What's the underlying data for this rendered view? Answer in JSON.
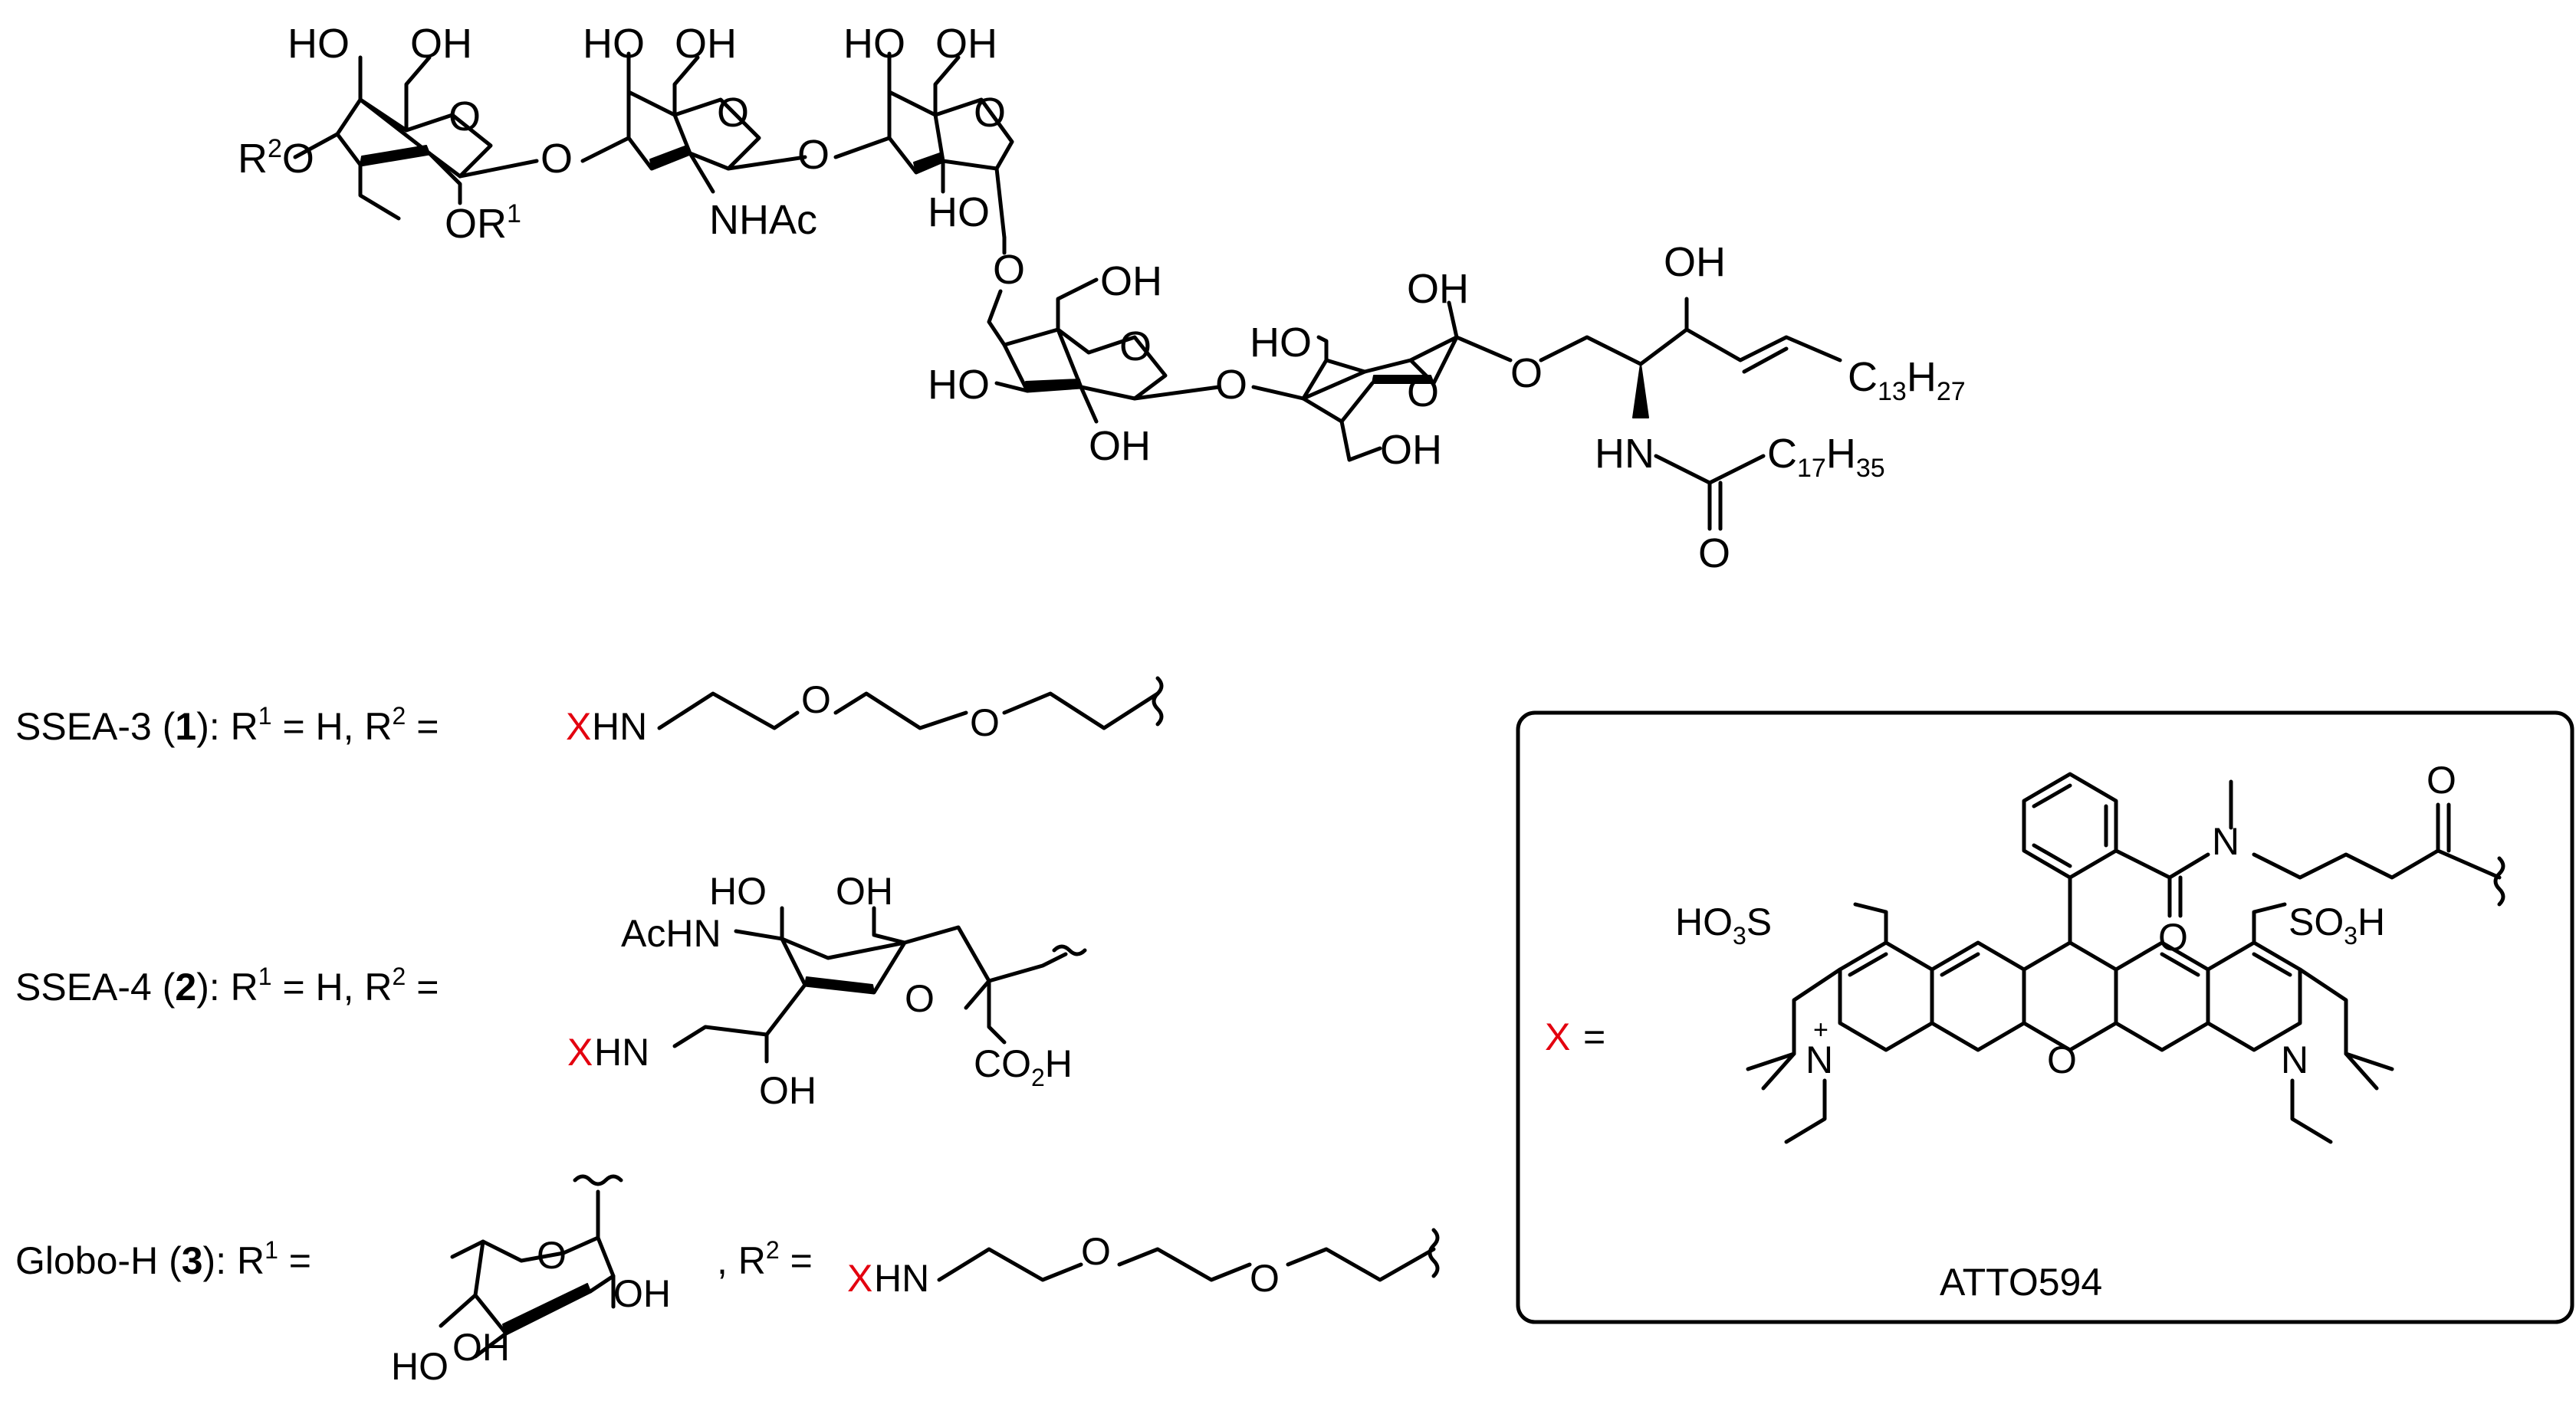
{
  "scaffold": {
    "ring1": {
      "ho1": "HO",
      "oh1": "OH",
      "o": "O",
      "r2": "R",
      "r2sup": "2",
      "o_link": "O",
      "or1": "OR",
      "r1sup": "1"
    },
    "ring2": {
      "ho": "HO",
      "oh": "OH",
      "o": "O",
      "nhac": "NHAc",
      "o_link": "O"
    },
    "ring3": {
      "ho": "HO",
      "oh": "OH",
      "o": "O",
      "ho_bottom": "HO",
      "o_link": "O"
    },
    "ring4": {
      "oh_top": "OH",
      "o": "O",
      "ho_left": "HO",
      "oh_bottom": "OH",
      "o_link": "O"
    },
    "ring5": {
      "ho": "HO",
      "oh": "OH",
      "o": "O",
      "oh_bottom": "OH",
      "o_link": "O"
    },
    "ceramide": {
      "oh": "OH",
      "c13h27": "C",
      "sub13": "13",
      "h": "H",
      "sub27": "27",
      "hn": "HN",
      "c17h35": "C",
      "sub17": "17",
      "h2": "H",
      "sub35": "35",
      "o": "O"
    }
  },
  "entries": [
    {
      "name": "SSEA-3 (",
      "num": "1",
      "rest": "): R",
      "r1sup": "1",
      "mid": " = H, R",
      "r2sup": "2",
      "eq": " ="
    },
    {
      "name": "SSEA-4 (",
      "num": "2",
      "rest": "): R",
      "r1sup": "1",
      "mid": " = H, R",
      "r2sup": "2",
      "eq": " ="
    },
    {
      "name": "Globo-H (",
      "num": "3",
      "rest": "): R",
      "r1sup": "1",
      "eq": " =",
      "comma": ", R",
      "r2sup": "2",
      "eq2": " ="
    }
  ],
  "linker": {
    "x": "X",
    "hn": "HN",
    "o1": "O",
    "o2": "O"
  },
  "sialic": {
    "achn": "AcHN",
    "ho": "HO",
    "oh": "OH",
    "o": "O",
    "xhn_x": "X",
    "xhn_hn": "HN",
    "oh_bottom": "OH",
    "co2h": "CO",
    "co2h_sub": "2",
    "co2h_h": "H"
  },
  "fucose": {
    "o": "O",
    "oh_right": "OH",
    "ho": "HO",
    "oh": "OH"
  },
  "box": {
    "x_label": "X",
    "eq": "=",
    "name": "ATTO594",
    "so3h_left": "HO",
    "so3h_left_sub": "3",
    "so3h_left_s": "S",
    "so3h_right_s": "SO",
    "so3h_right_sub": "3",
    "so3h_right_h": "H",
    "n_plus": "N",
    "plus": "+",
    "o_center": "O",
    "n_right": "N",
    "n_amide": "N",
    "o_amide": "O",
    "o_ketone": "O"
  },
  "colors": {
    "accent": "#e3000f",
    "line": "#000000"
  }
}
